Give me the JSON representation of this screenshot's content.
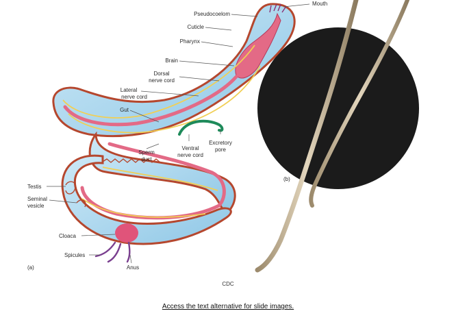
{
  "labels": {
    "mouth": "Mouth",
    "pseudocoelom": "Pseudocoelom",
    "cuticle": "Cuticle",
    "pharynx": "Pharynx",
    "brain": "Brain",
    "dorsal_nerve_cord": [
      "Dorsal",
      "nerve cord"
    ],
    "lateral_nerve_cord": [
      "Lateral",
      "nerve cord"
    ],
    "gut": "Gut",
    "sperm_duct": [
      "Sperm",
      "duct"
    ],
    "ventral_nerve_cord": [
      "Ventral",
      "nerve cord"
    ],
    "excretory_pore": [
      "Excretory",
      "pore"
    ],
    "testis": "Testis",
    "seminal_vesicle": [
      "Seminal",
      "vesicle"
    ],
    "cloaca": "Cloaca",
    "spicules": "Spicules",
    "anus": "Anus"
  },
  "panel_labels": {
    "a": "(a)",
    "b": "(b)"
  },
  "credit": "CDC",
  "access_link": "Access the text alternative for slide images.",
  "colors": {
    "body_fill": "#a9d7f0",
    "body_outline": "#b5472e",
    "gut": "#e36a86",
    "nerve": "#f1cf55",
    "excretory": "#1e8a5a",
    "photo_bg": "#1a1a1a",
    "worm": "#c9b79a"
  }
}
